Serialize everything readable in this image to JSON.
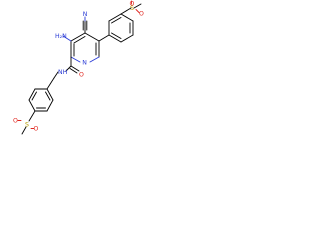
{
  "molecule": {
    "atoms": {
      "amine_nh2": "H₂N",
      "nitrile_n": "N",
      "sulfonyl_top_s": "S",
      "sulfonyl_top_o1": "O",
      "sulfonyl_top_o2": "O",
      "ring_n": "N",
      "amide_o": "O",
      "amide_nh": "NH",
      "sulfonyl_bottom_s": "S",
      "sulfonyl_bottom_o1": "O",
      "sulfonyl_bottom_o2": "O"
    },
    "colors": {
      "carbon_bond": "#000000",
      "nitrogen": "#2a3bd6",
      "oxygen": "#e0261f",
      "sulfur": "#b59b00",
      "background": "#ffffff"
    }
  }
}
